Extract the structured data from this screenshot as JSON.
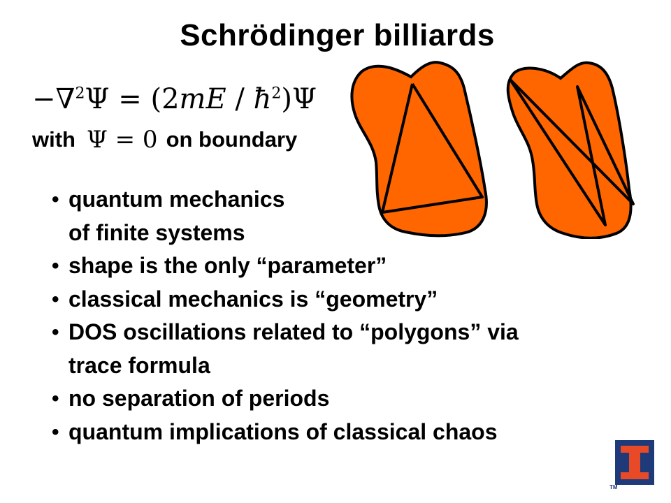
{
  "slide": {
    "title": "Schrödinger billiards",
    "equation": {
      "minus": "−",
      "nabla": "∇",
      "sup2a": "2",
      "psi1": "Ψ",
      "equals": " = ",
      "paren_open": "(",
      "two": "2",
      "m": "m",
      "E": "E",
      "slash": " / ",
      "hbar": "ħ",
      "sup2b": "2",
      "paren_close": ")",
      "psi2": "Ψ"
    },
    "with_line": {
      "with_word": "with",
      "condition": "Ψ = 0",
      "boundary_words": "on boundary"
    },
    "bullet_glyph": "•",
    "bullets": [
      {
        "line1": "quantum mechanics",
        "line2": "of finite systems"
      },
      {
        "line1": "shape is the only “parameter”"
      },
      {
        "line1": "classical mechanics is “geometry”"
      },
      {
        "line1": "DOS oscillations related to “polygons” via",
        "line2": "trace formula"
      },
      {
        "line1": "no separation of periods"
      },
      {
        "line1": "quantum implications of classical chaos"
      }
    ],
    "colors": {
      "billiard_fill": "#FF6600",
      "logo_blue": "#1E3A78",
      "logo_orange": "#E84A27"
    },
    "logo_mark": "TM"
  }
}
